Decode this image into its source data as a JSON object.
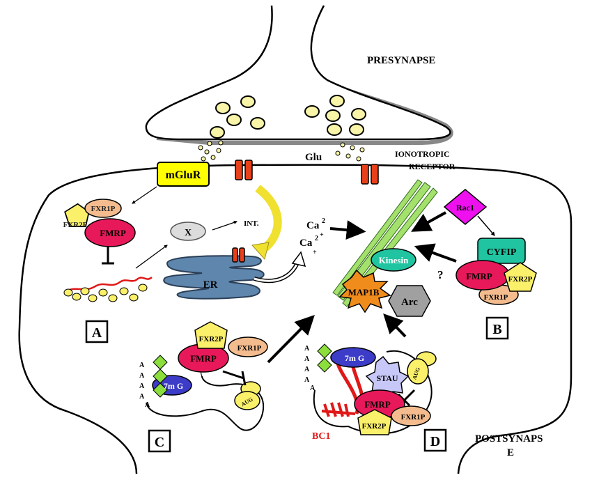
{
  "labels": {
    "presynapse": "PRESYNAPSE",
    "postsynapse_line1": "POSTSYNAPS",
    "postsynapse_line2": "E",
    "ionotropic_line1": "IONOTROPIC",
    "ionotropic_line2": "RECEPTOR",
    "glu": "Glu",
    "mglur": "mGluR",
    "int": "INT.",
    "x": "X",
    "er": "ER",
    "ca_a": "Ca",
    "ca_a_sup": "2",
    "ca_a_charge": "+",
    "ca_b": "Ca",
    "ca_b_sup": "2",
    "ca_b_charge": "+",
    "rac1": "Rac1",
    "cyfip": "CYFIP",
    "kinesin": "Kinesin",
    "map1b": "MAP1B",
    "arc": "Arc",
    "question": "?",
    "bc1": "BC1",
    "aaaa": "A"
  },
  "complexes": {
    "a": {
      "fmrp": "FMRP",
      "fxr1p": "FXR1P",
      "fxr2p": "FXR2P"
    },
    "b": {
      "fmrp": "FMRP",
      "fxr1p": "FXR1P",
      "fxr2p": "FXR2P"
    },
    "c": {
      "fmrp": "FMRP",
      "fxr1p": "FXR1P",
      "fxr2p": "FXR2P",
      "cap": "7m G",
      "aug": "AUG"
    },
    "d": {
      "fmrp": "FMRP",
      "fxr1p": "FXR1P",
      "fxr2p": "FXR2P",
      "cap": "7m G",
      "aug": "AUG",
      "stau": "STAU"
    }
  },
  "panels": {
    "a": "A",
    "b": "B",
    "c": "C",
    "d": "D"
  },
  "colors": {
    "fmrp": "#e8195a",
    "fxr1p": "#f4bc8e",
    "fxr2p": "#fbf06a",
    "mglur": "#ffff00",
    "receptor": "#e8401a",
    "vesicle": "#f8f4a8",
    "er": "#5f86ad",
    "microtubule": "#a4e06c",
    "kinesin": "#20c4a0",
    "cyfip": "#20c4a0",
    "rac1": "#ee10ee",
    "map1b": "#f08c1c",
    "arc": "#a0a0a0",
    "cap": "#3c3cc8",
    "stau": "#c8c8f8",
    "polyA": "#8cde3c",
    "bc1": "#e01818"
  }
}
